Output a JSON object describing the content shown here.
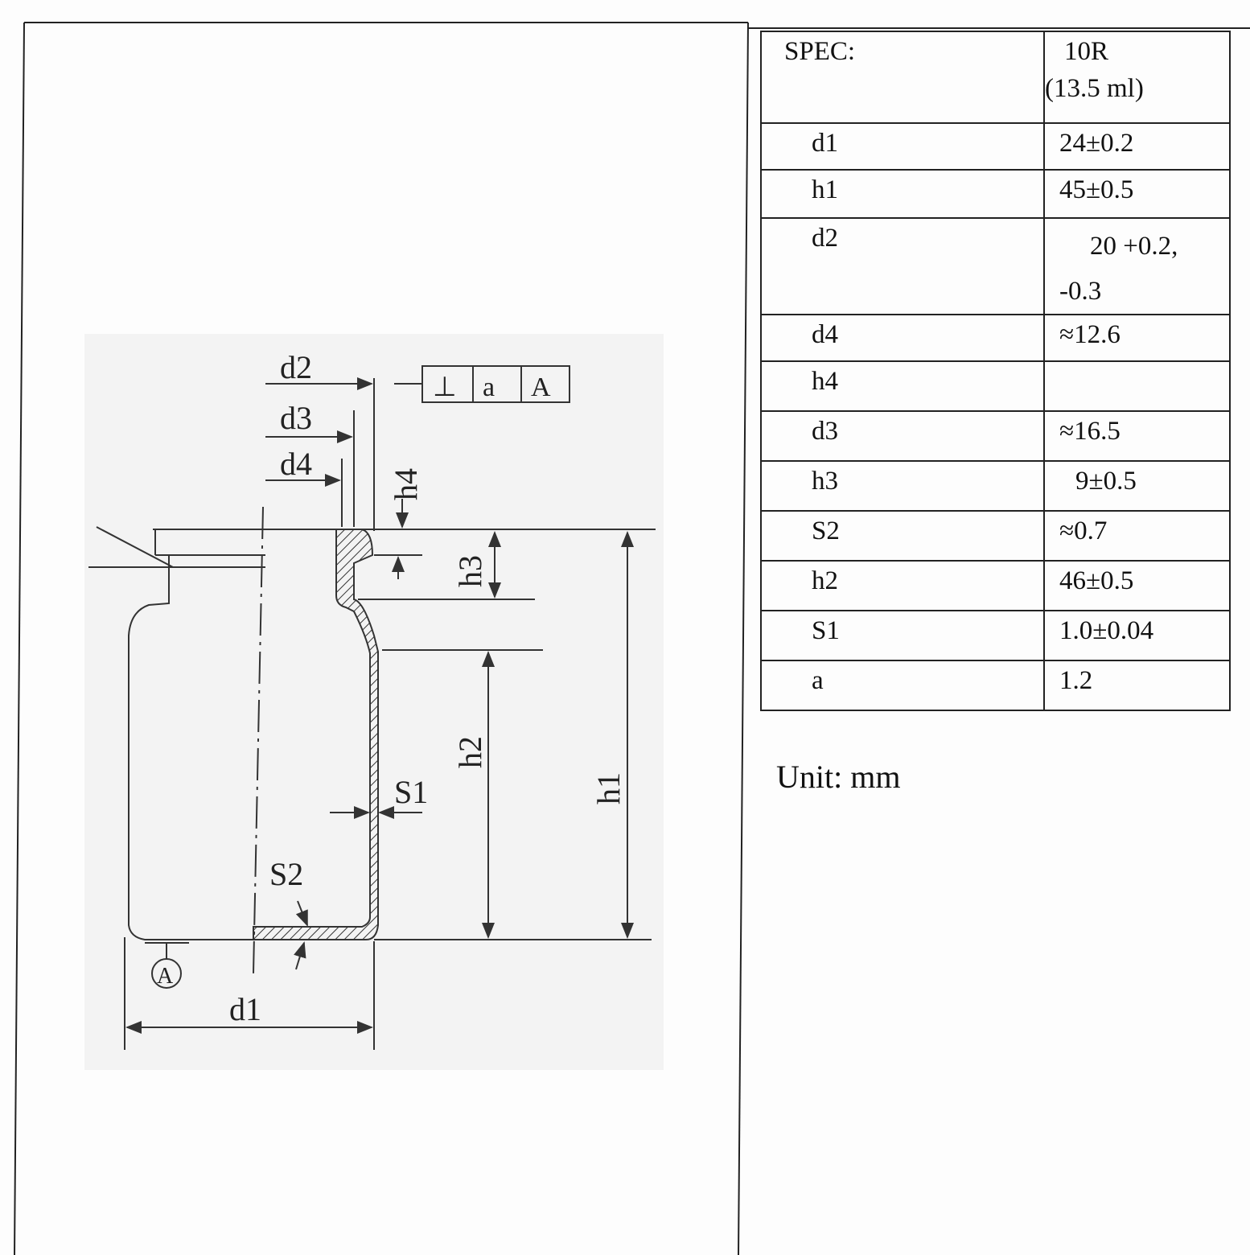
{
  "drawing": {
    "labels": {
      "d1": "d1",
      "d2": "d2",
      "d3": "d3",
      "d4": "d4",
      "h1": "h1",
      "h2": "h2",
      "h3": "h3",
      "h4": "h4",
      "s1": "S1",
      "s2": "S2",
      "datum": "A"
    },
    "tolerance_frame": {
      "symbol": "⊥",
      "value": "a",
      "datum": "A"
    }
  },
  "spec_table": {
    "header": {
      "key": "SPEC:",
      "value_line1": "10R",
      "value_line2": "(13.5 ml)"
    },
    "rows": [
      {
        "key": "d1",
        "value": "24±0.2"
      },
      {
        "key": "h1",
        "value": "45±0.5"
      },
      {
        "key": "d2",
        "value": "20 +0.2,",
        "value2": "-0.3"
      },
      {
        "key": "d4",
        "value": "≈12.6"
      },
      {
        "key": "h4",
        "value": ""
      },
      {
        "key": "d3",
        "value": "≈16.5"
      },
      {
        "key": "h3",
        "value": "9±0.5"
      },
      {
        "key": "S2",
        "value": "≈0.7"
      },
      {
        "key": "h2",
        "value": "46±0.5"
      },
      {
        "key": "S1",
        "value": "1.0±0.04"
      },
      {
        "key": "a",
        "value": "1.2"
      }
    ]
  },
  "unit": "Unit: mm"
}
